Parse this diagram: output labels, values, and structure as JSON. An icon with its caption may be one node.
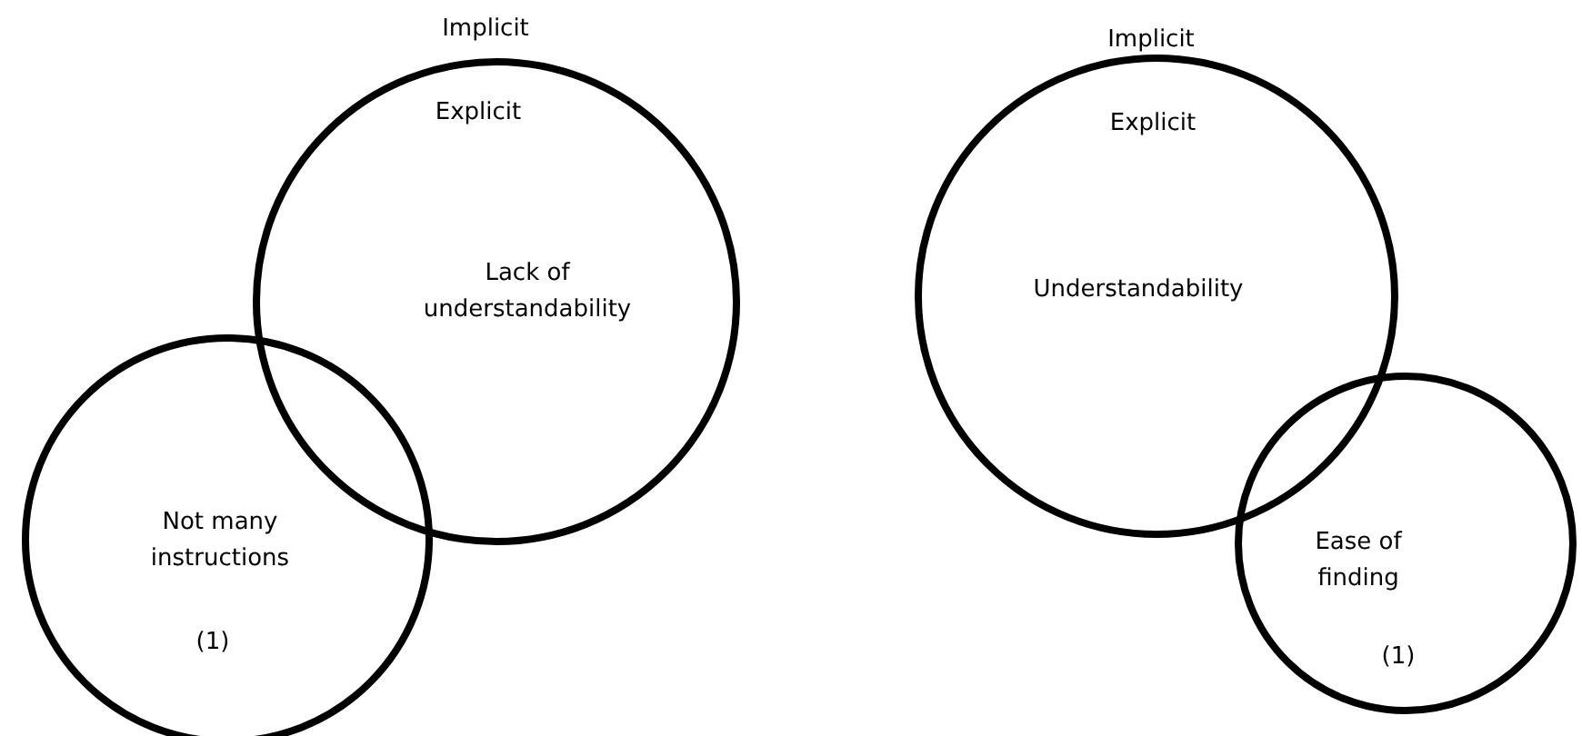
{
  "diagram": {
    "nodes": [
      {
        "text": [
          "Lack of understandability"
        ]
      },
      {
        "text": [
          "Not many instructions",
          "(1)"
        ]
      },
      {
        "text": [
          "Understandability"
        ]
      },
      {
        "text": [
          "Ease of finding",
          "(1)"
        ]
      }
    ],
    "labels": [
      "Implicit",
      "Explicit",
      "Implicit",
      "Explicit"
    ]
  }
}
